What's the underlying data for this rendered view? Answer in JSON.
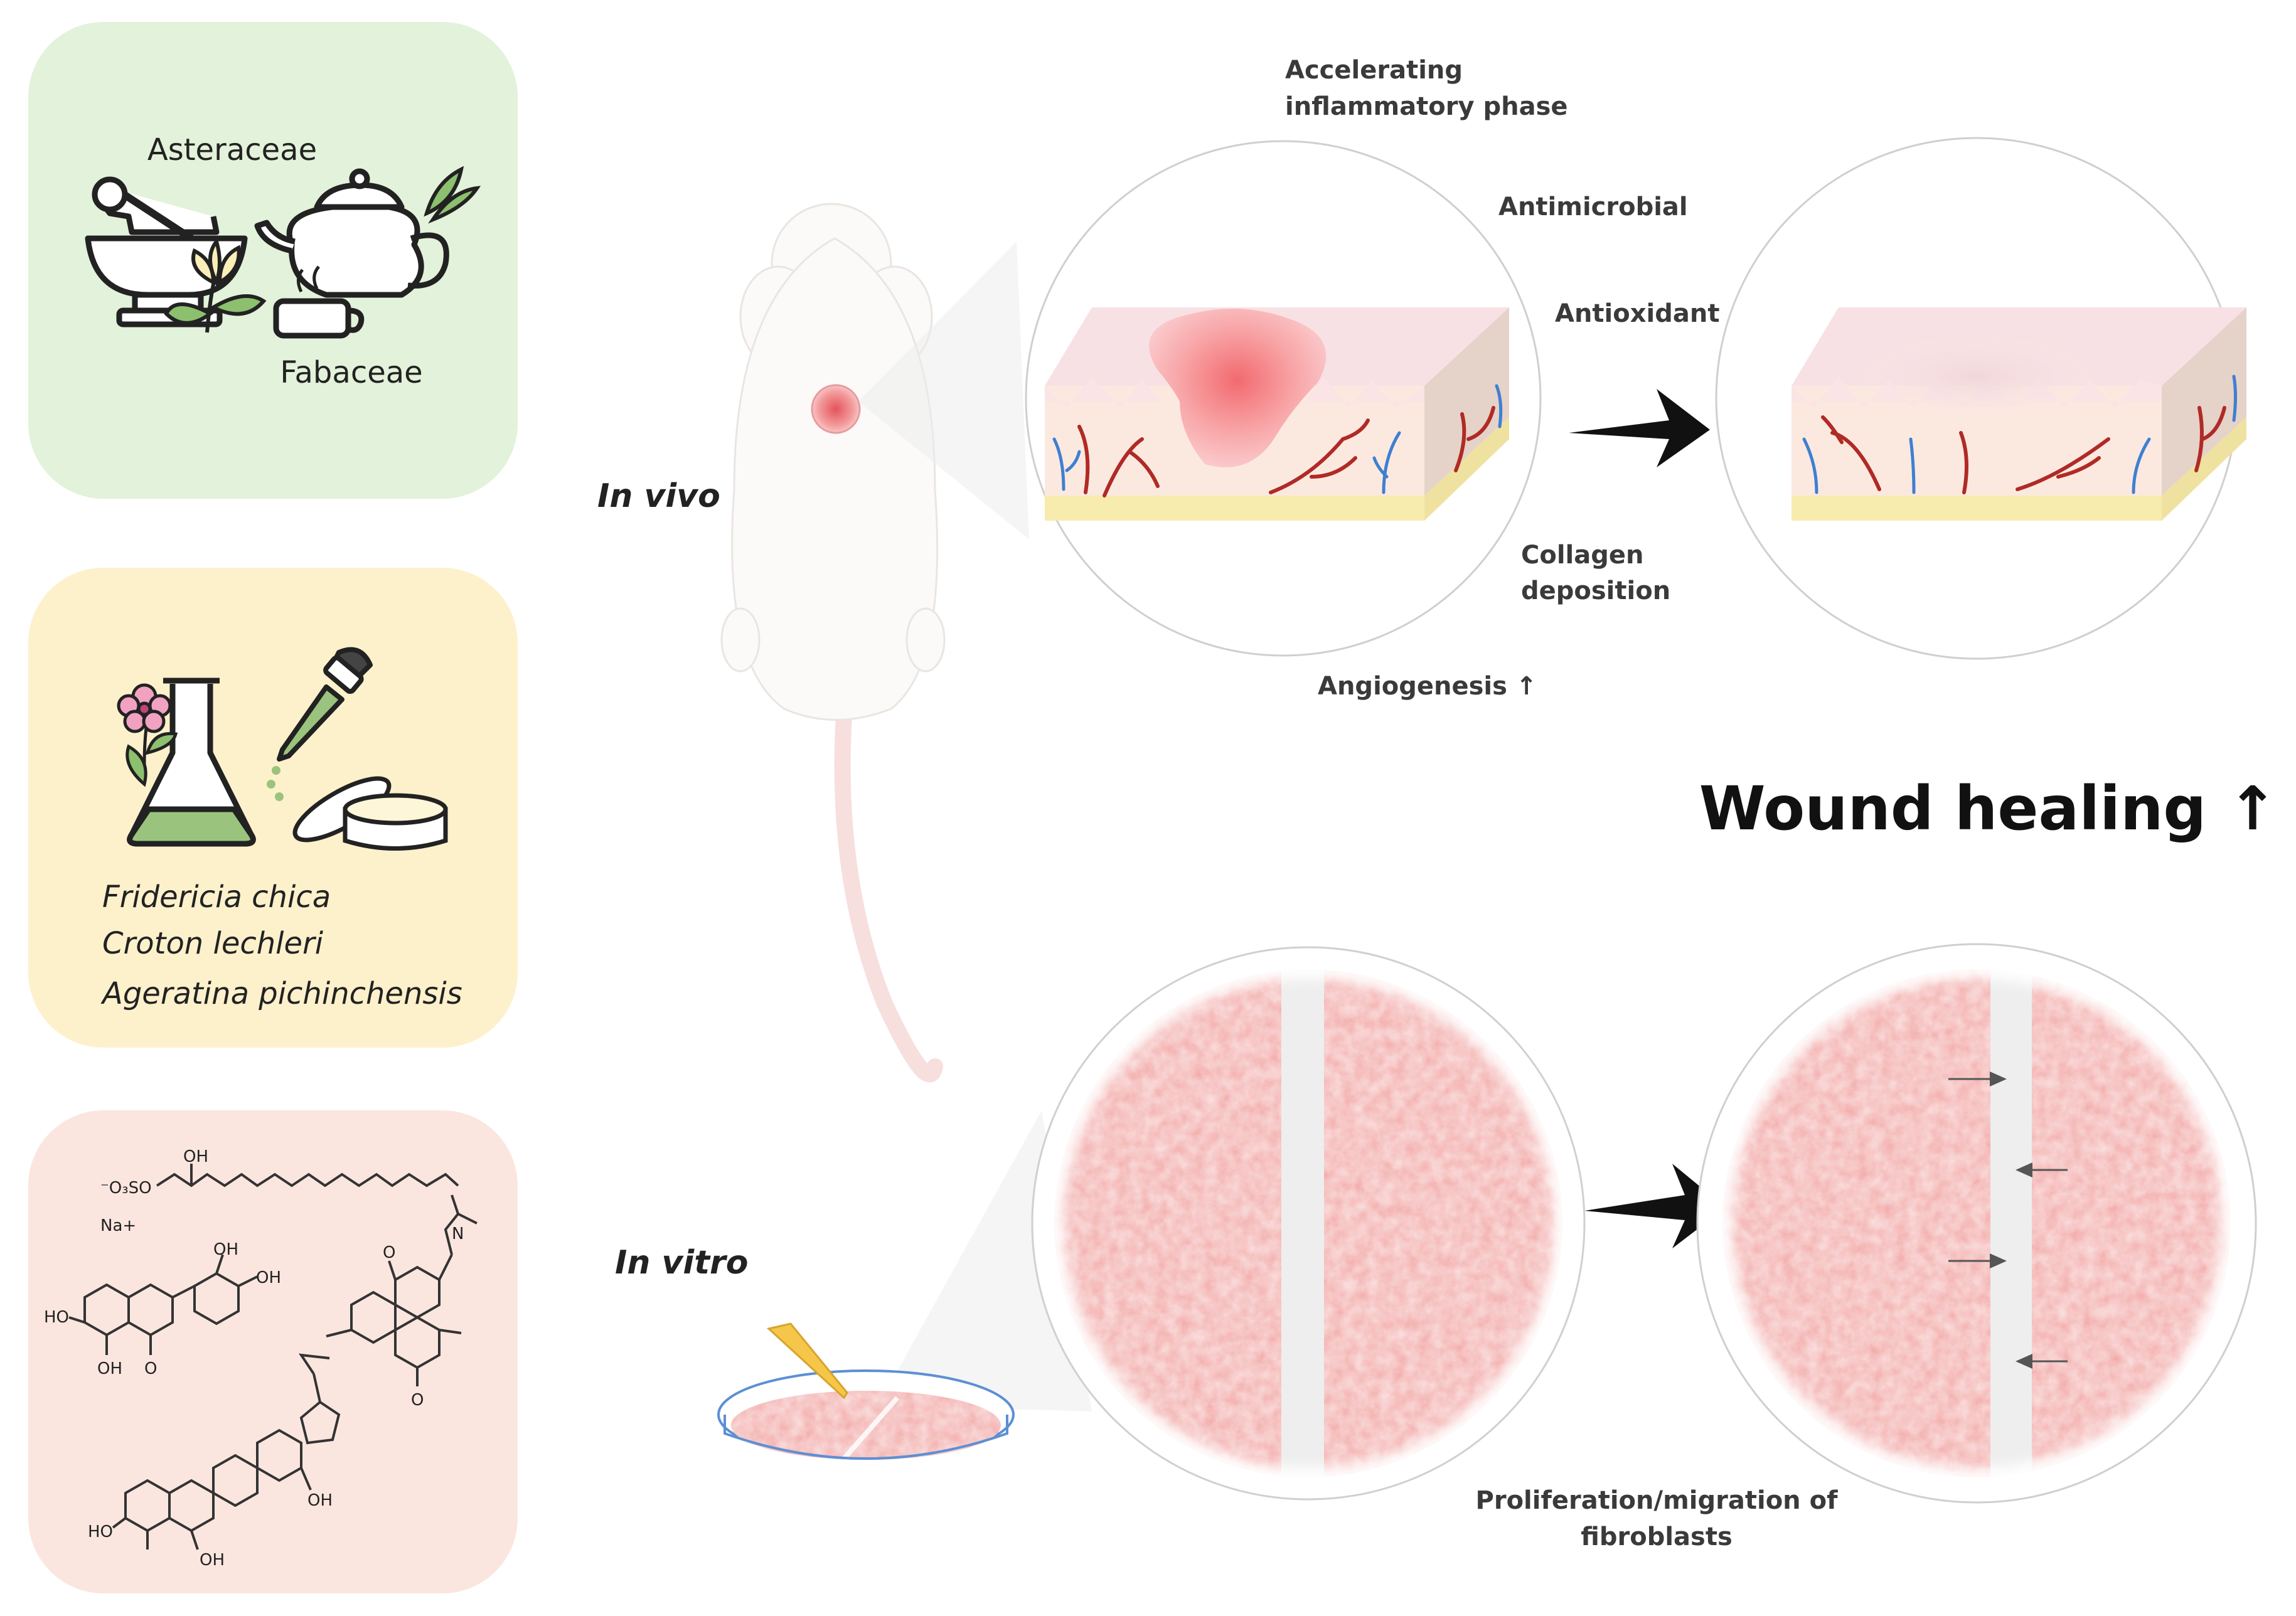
{
  "panels": {
    "families": {
      "top_label": "Asteraceae",
      "bottom_label": "Fabaceae"
    },
    "species": [
      "Fridericia chica",
      "Croton lechleri",
      "Ageratina pichinchensis"
    ],
    "compounds": {
      "sulfate_group": "⁻O₃SO",
      "hydroxyl": "OH",
      "counter_ion": "Na+",
      "ho": "HO",
      "carbonyl_o": "O",
      "amine_n": "N"
    }
  },
  "models": {
    "in_vivo": "In vivo",
    "in_vitro": "In vitro"
  },
  "effects": {
    "inflammatory": [
      "Accelerating",
      "inflammatory phase"
    ],
    "antimicrobial": "Antimicrobial",
    "antioxidant": "Antioxidant",
    "collagen": [
      "Collagen",
      "deposition"
    ],
    "angiogenesis": "Angiogenesis ↑",
    "fibroblasts": [
      "Proliferation/migration of",
      "fibroblasts"
    ]
  },
  "outcome": "Wound healing ↑",
  "colors": {
    "panel_green": "#e3f2da",
    "panel_yellow": "#fdf1cc",
    "panel_pink": "#fbe6df",
    "skin_surface": "#fbe3e6",
    "dermis": "#fbe8e0",
    "fat_layer": "#f8ebae",
    "wound": "#f26a6f",
    "artery": "#b02a26",
    "vein": "#3f7fd1",
    "cell_culture": "#f2a7a5",
    "arrow": "#111111"
  }
}
